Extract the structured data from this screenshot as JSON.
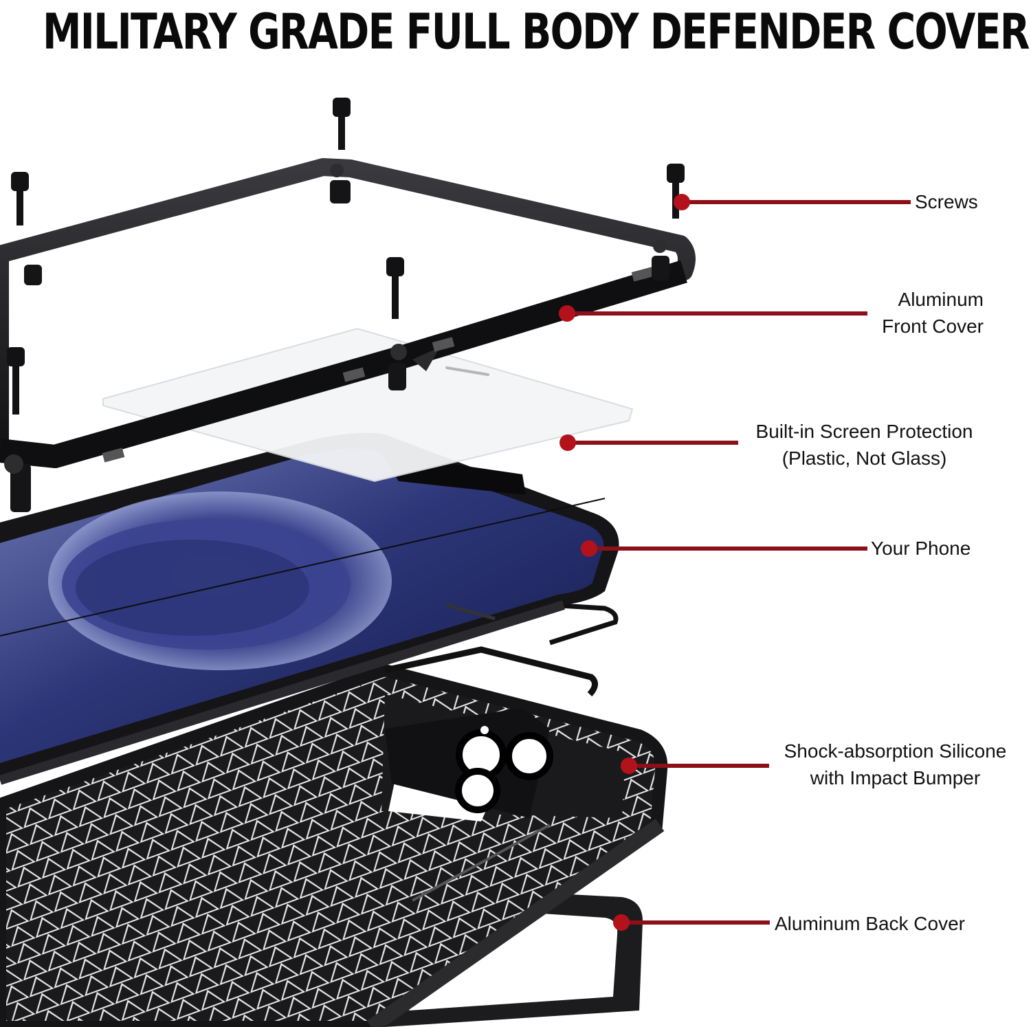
{
  "headline": "MILITARY GRADE FULL BODY DEFENDER COVER",
  "callouts": {
    "screws": [
      "Screws"
    ],
    "front_cover": [
      "Aluminum",
      "Front Cover"
    ],
    "screen_protection": [
      "Built-in Screen Protection",
      "(Plastic, Not Glass)"
    ],
    "phone": [
      "Your Phone"
    ],
    "silicone": [
      "Shock-absorption Silicone",
      "with Impact Bumper"
    ],
    "back_cover": [
      "Aluminum Back Cover"
    ]
  },
  "colors": {
    "accent_red": "#b3121b",
    "line_red": "#8c1018",
    "case_black": "#1b1b1d",
    "screen_blue": "#27306f"
  }
}
